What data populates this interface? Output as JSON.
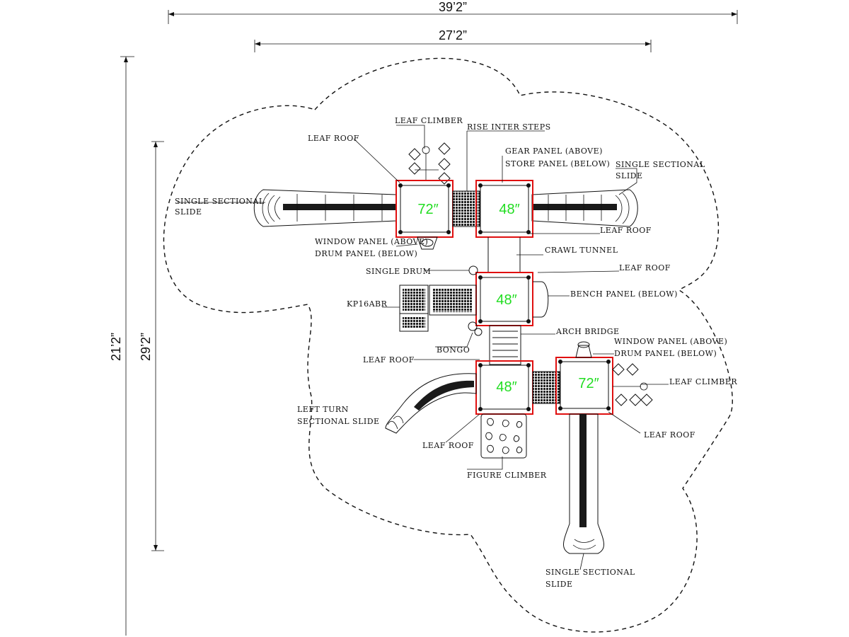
{
  "dimensions": {
    "top_outer": "39’2”",
    "top_inner": "27’2”",
    "left_outer": "21’2”",
    "left_inner": "29’2”"
  },
  "platforms": {
    "p1": "72″",
    "p2": "48″",
    "p3": "48″",
    "p4": "48″",
    "p5": "72″"
  },
  "labels": {
    "leaf_climber_top": "LEAF CLIMBER",
    "rise_inter_steps": "RISE INTER STEPS",
    "leaf_roof_top": "LEAF ROOF",
    "gear_panel": "GEAR PANEL (ABOVE)",
    "store_panel": "STORE PANEL (BELOW)",
    "single_sectional_right_1": "SINGLE SECTIONAL",
    "single_sectional_right_2": "SLIDE",
    "single_sectional_left_1": "SINGLE SECTIONAL",
    "single_sectional_left_2": "SLIDE",
    "window_panel_top": "WINDOW PANEL (ABOVE)",
    "drum_panel_top": "DRUM PANEL (BELOW)",
    "leaf_roof_right_top": "LEAF ROOF",
    "crawl_tunnel": "CRAWL TUNNEL",
    "single_drum": "SINGLE DRUM",
    "leaf_roof_mid": "LEAF ROOF",
    "kp16abr": "KP16ABR",
    "bench_panel": "BENCH PANEL (BELOW)",
    "arch_bridge": "ARCH BRIDGE",
    "bongo": "BONGO",
    "window_panel_bottom": "WINDOW PANEL (ABOVE)",
    "drum_panel_bottom": "DRUM PANEL (BELOW)",
    "leaf_roof_left_bottom": "LEAF ROOF",
    "leaf_climber_right": "LEAF CLIMBER",
    "left_turn_1": "LEFT TURN",
    "left_turn_2": "SECTIONAL SLIDE",
    "leaf_roof_bottom": "LEAF ROOF",
    "leaf_roof_right_bottom": "LEAF ROOF",
    "figure_climber": "FIGURE CLIMBER",
    "single_sectional_bottom_1": "SINGLE SECTIONAL",
    "single_sectional_bottom_2": "SLIDE"
  }
}
